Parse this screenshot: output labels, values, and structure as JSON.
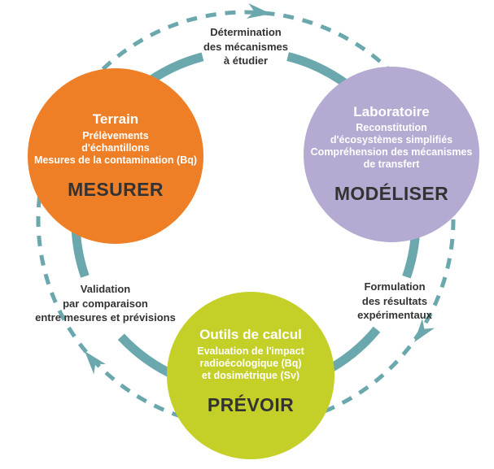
{
  "cycle": {
    "nodes": [
      {
        "id": "terrain",
        "title": "Terrain",
        "lines": [
          "Prélèvements",
          "d'échantillons",
          "Mesures de la contamination (Bq)"
        ],
        "verb": "MESURER"
      },
      {
        "id": "laboratoire",
        "title": "Laboratoire",
        "lines": [
          "Reconstitution",
          "d'écosystèmes simplifiés",
          "Compréhension des mécanismes",
          "de transfert"
        ],
        "verb": "MODÉLISER"
      },
      {
        "id": "outils-de-calcul",
        "title": "Outils de calcul",
        "lines": [
          "Evaluation de l'impact",
          "radioécologique (Bq)",
          "et dosimétrique (Sv)"
        ],
        "verb": "PRÉVOIR"
      }
    ],
    "edge_labels": [
      {
        "id": "determination",
        "lines": [
          "Détermination",
          "des mécanismes",
          "à étudier"
        ]
      },
      {
        "id": "formulation",
        "lines": [
          "Formulation",
          "des résultats",
          "expérimentaux"
        ]
      },
      {
        "id": "validation",
        "lines": [
          "Validation",
          "par comparaison",
          "entre mesures et prévisions"
        ]
      }
    ],
    "direction": "clockwise"
  },
  "colors": {
    "teal": "#6BA8AE",
    "ink": "#333333",
    "orange": "#EF7F26",
    "purple": "#B4AAD2",
    "green": "#C4CF28"
  }
}
